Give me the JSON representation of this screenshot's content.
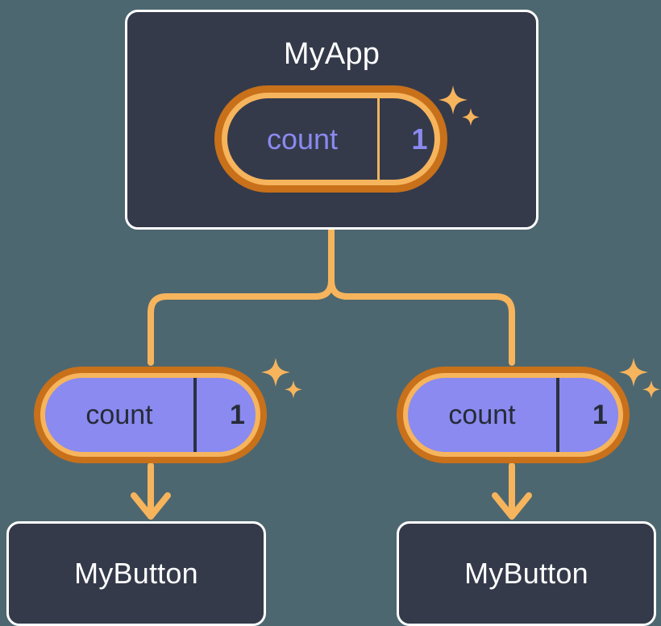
{
  "diagram": {
    "title": "MyApp signal propagation tree",
    "background_color": "#4d6770",
    "accent_color": "#f6b45c",
    "accent_dark_color": "#c8701a",
    "signal_value_color": "#8a8af0",
    "card_color": "#343a4a"
  },
  "root": {
    "name": "root-component",
    "label": "MyApp",
    "signal": {
      "icon": "signal-pill-icon",
      "name": "count",
      "value": "1",
      "sparkle_icon": "sparkles-icon"
    }
  },
  "children": [
    {
      "name": "child-left",
      "signal": {
        "icon": "signal-pill-icon",
        "name": "count",
        "value": "1",
        "sparkle_icon": "sparkles-icon"
      },
      "component": {
        "label": "MyButton"
      }
    },
    {
      "name": "child-right",
      "signal": {
        "icon": "signal-pill-icon",
        "name": "count",
        "value": "1",
        "sparkle_icon": "sparkles-icon"
      },
      "component": {
        "label": "MyButton"
      }
    }
  ],
  "connectors": {
    "trunk_icon": "tree-branch-connector",
    "arrow_icon": "arrow-down-icon"
  }
}
